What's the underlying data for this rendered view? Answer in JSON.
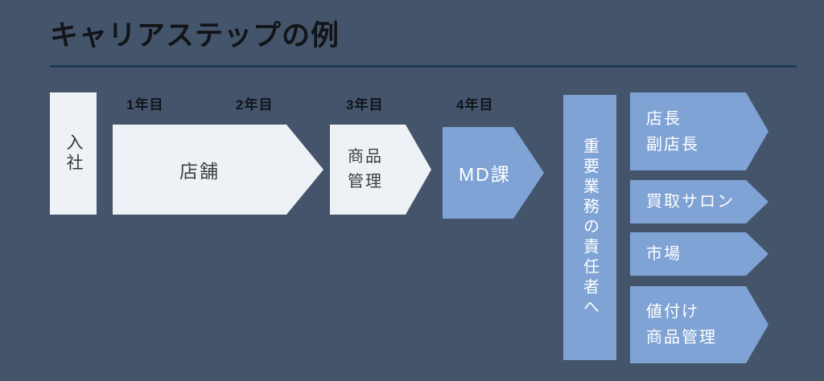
{
  "title": "キャリアステップの例",
  "colors": {
    "background": "#44546A",
    "divider": "#1F3B54",
    "white_shape": "#EEF1F5",
    "blue_shape": "#7FA3D4",
    "text_dark": "#111418",
    "text_light": "#FFFFFF"
  },
  "entry": {
    "label": "入社"
  },
  "years": [
    "1年目",
    "2年目",
    "3年目",
    "4年目"
  ],
  "steps": [
    {
      "label": "店舗",
      "style": "white"
    },
    {
      "label_line1": "商品",
      "label_line2": "管理",
      "style": "white"
    },
    {
      "label": "MD課",
      "style": "blue"
    }
  ],
  "milestone": {
    "label": "重要業務の責任者へ"
  },
  "outcomes": [
    {
      "line1": "店長",
      "line2": "副店長"
    },
    {
      "line1": "買取サロン"
    },
    {
      "line1": "市場"
    },
    {
      "line1": "値付け",
      "line2": "商品管理"
    }
  ]
}
